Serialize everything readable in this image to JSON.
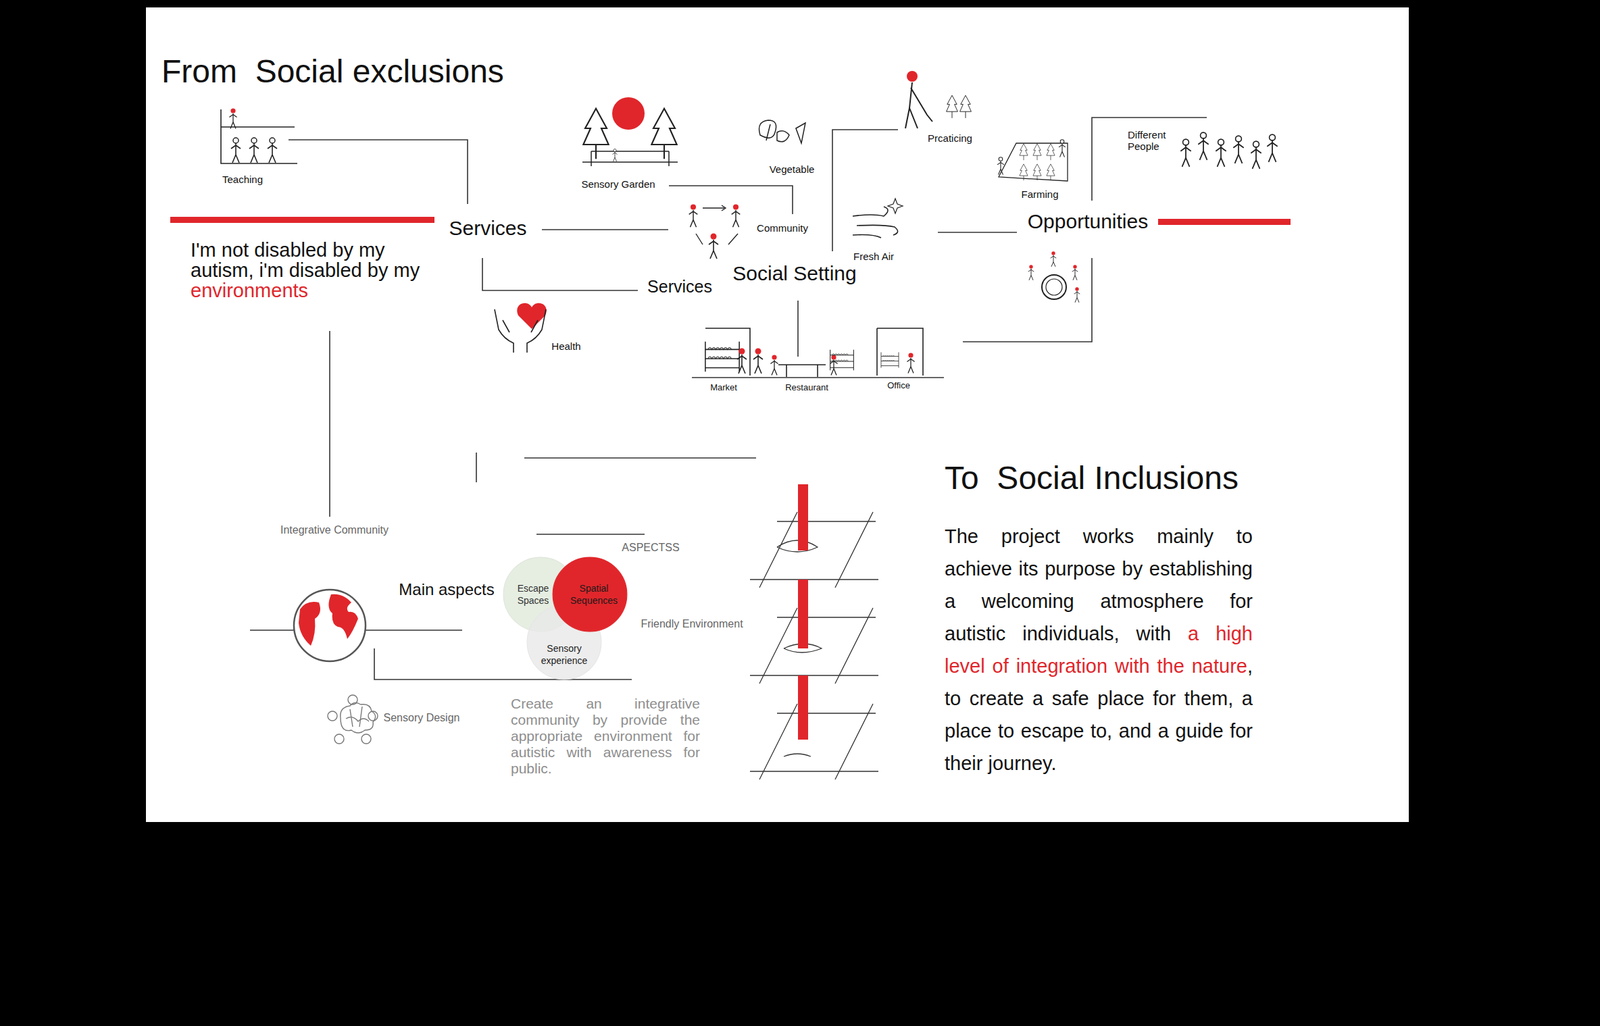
{
  "diagram": {
    "title": "From  Social exclusions",
    "nodes": [
      {
        "text": [
          "Escape Spaces"
        ]
      },
      {
        "text": [
          "Spatial Sequences"
        ]
      },
      {
        "text": [
          "Sensory experience"
        ]
      }
    ],
    "labels": [
      "I'm not disabled by my autism, i'm disabled by my",
      "environments",
      "Teaching",
      "Services",
      "Sensory Garden",
      "Vegetable",
      "Prcaticing",
      "Community",
      "Fresh Air",
      "Farming",
      "Different People",
      "Opportunities",
      "Social Setting",
      "Services",
      "Health",
      "Market",
      "Restaurant",
      "Office",
      "To  Social Inclusions",
      "The project works mainly to achieve its purpose by establishing a welcoming atmosphere for autistic individuals, with",
      "a high level of integration with the nature",
      ", to create a safe place for them, a place to escape to, and a guide for their journey.",
      "Integrative Community",
      "ASPECTSS",
      "Main aspects",
      "Friendly Environment",
      "Sensory Design",
      "Create an integrative community by provide the appropriate environment for autistic with awareness for public."
    ]
  }
}
